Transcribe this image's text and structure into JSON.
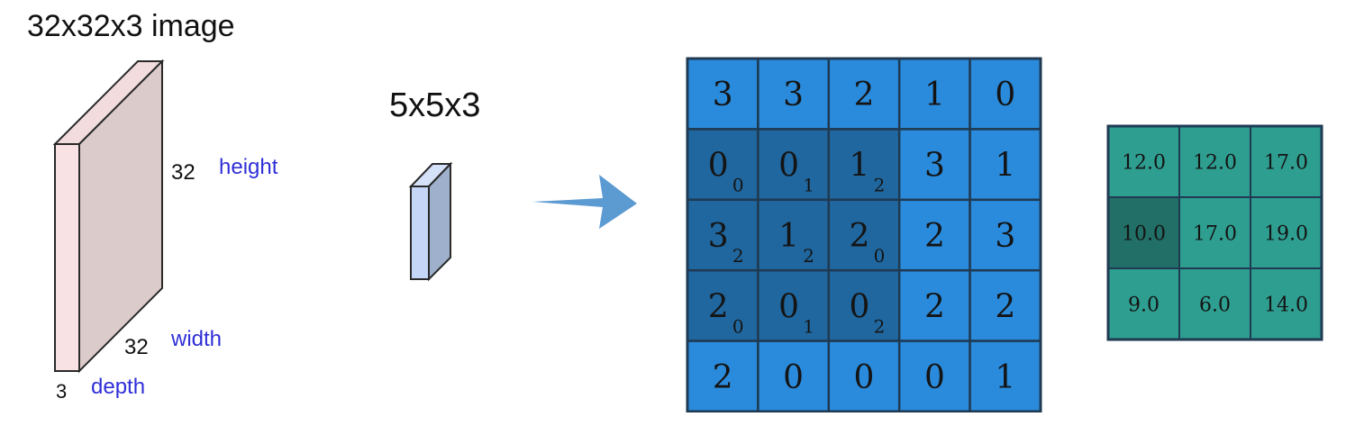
{
  "image_block": {
    "title": "32x32x3 image",
    "height_value": "32",
    "height_label": "height",
    "width_value": "32",
    "width_label": "width",
    "depth_value": "3",
    "depth_label": "depth"
  },
  "filter_block": {
    "title": "5x5x3"
  },
  "input_grid": {
    "rows": [
      [
        {
          "v": "3",
          "s": ""
        },
        {
          "v": "3",
          "s": ""
        },
        {
          "v": "2",
          "s": ""
        },
        {
          "v": "1",
          "s": ""
        },
        {
          "v": "0",
          "s": ""
        }
      ],
      [
        {
          "v": "0",
          "s": "0"
        },
        {
          "v": "0",
          "s": "1"
        },
        {
          "v": "1",
          "s": "2"
        },
        {
          "v": "3",
          "s": ""
        },
        {
          "v": "1",
          "s": ""
        }
      ],
      [
        {
          "v": "3",
          "s": "2"
        },
        {
          "v": "1",
          "s": "2"
        },
        {
          "v": "2",
          "s": "0"
        },
        {
          "v": "2",
          "s": ""
        },
        {
          "v": "3",
          "s": ""
        }
      ],
      [
        {
          "v": "2",
          "s": "0"
        },
        {
          "v": "0",
          "s": "1"
        },
        {
          "v": "0",
          "s": "2"
        },
        {
          "v": "2",
          "s": ""
        },
        {
          "v": "2",
          "s": ""
        }
      ],
      [
        {
          "v": "2",
          "s": ""
        },
        {
          "v": "0",
          "s": ""
        },
        {
          "v": "0",
          "s": ""
        },
        {
          "v": "0",
          "s": ""
        },
        {
          "v": "1",
          "s": ""
        }
      ]
    ],
    "highlight": {
      "row_start": 1,
      "row_end": 3,
      "col_start": 0,
      "col_end": 2
    },
    "colors": {
      "cell": "#2a8bdc",
      "highlight": "#20679f",
      "border": "#1f3a52"
    }
  },
  "output_grid": {
    "rows": [
      [
        "12.0",
        "12.0",
        "17.0"
      ],
      [
        "10.0",
        "17.0",
        "19.0"
      ],
      [
        "9.0",
        "6.0",
        "14.0"
      ]
    ],
    "highlight": {
      "row": 1,
      "col": 0
    },
    "colors": {
      "cell": "#2e9e90",
      "highlight": "#216f66",
      "border": "#1f3a52"
    }
  },
  "colors": {
    "slab_front": "#f8e2e4",
    "slab_side": "#dccbcb",
    "filter_front": "#c6d6f7",
    "filter_side": "#9fb0cc",
    "arrow": "#5c9ad2",
    "dim_label": "#2f2fd8"
  }
}
